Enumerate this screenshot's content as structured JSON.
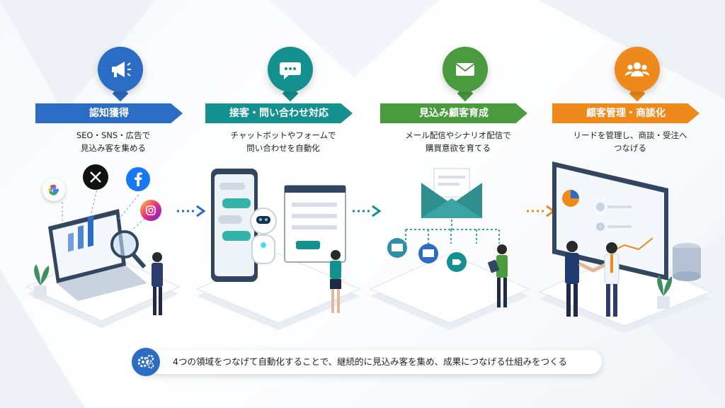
{
  "stages": [
    {
      "title": "認知獲得",
      "desc": [
        "SEO・SNS・広告で",
        "見込み客を集める"
      ],
      "color": "#2b6cc4",
      "icon": "megaphone-icon"
    },
    {
      "title": "接客・問い合わせ対応",
      "desc": [
        "チャットボットやフォームで",
        "問い合わせを自動化"
      ],
      "color": "#14918f",
      "icon": "chat-bubble-icon"
    },
    {
      "title": "見込み顧客育成",
      "desc": [
        "メール配信やシナリオ配信で",
        "購買意欲を育てる"
      ],
      "color": "#4a9a3e",
      "icon": "envelope-icon"
    },
    {
      "title": "顧客管理・商談化",
      "desc": [
        "リードを管理し、商談・受注へ",
        "つなげる"
      ],
      "color": "#ee8a1c",
      "icon": "people-icon"
    }
  ],
  "footer": {
    "text": "4つの領域をつなげて自動化することで、継続的に見込み客を集め、成果につなげる仕組みをつくる",
    "icon": "gears-icon"
  },
  "social_icons": [
    "google-icon",
    "x-icon",
    "facebook-icon",
    "instagram-icon"
  ]
}
